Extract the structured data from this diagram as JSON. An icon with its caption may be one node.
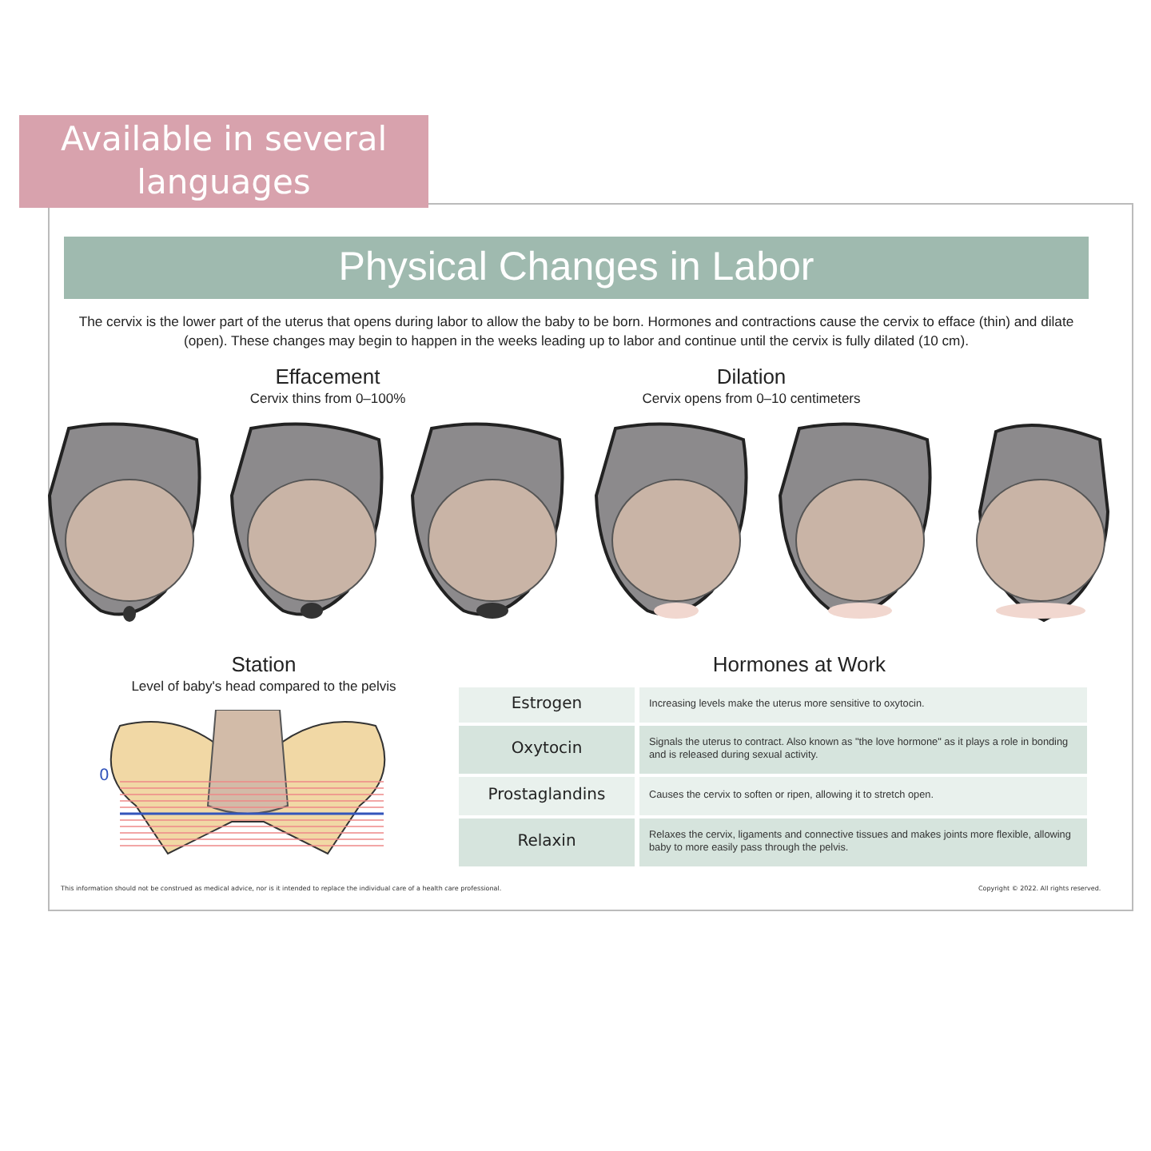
{
  "diagram": {
    "title": "Physical Changes in Labor",
    "labels": [
      "Available in several languages",
      "The cervix is the lower part of the uterus that opens during labor to allow the baby to be born. Hormones and contractions cause the cervix to efface (thin) and dilate (open). These changes may begin to happen in the weeks leading up to labor and continue until the cervix is fully dilated (10 cm).",
      "Effacement",
      "Cervix thins from 0–100%",
      "Dilation",
      "Cervix opens from 0–10 centimeters",
      "Station",
      "Level of baby's head compared to the pelvis",
      "0",
      "Hormones at Work",
      "Estrogen",
      "Increasing levels make the uterus more sensitive to oxytocin.",
      "Oxytocin",
      "Signals the uterus to contract. Also known as \"the love hormone\" as it plays a role in bonding and is released during sexual activity.",
      "Prostaglandins",
      "Causes the cervix to soften or ripen, allowing it to stretch open.",
      "Relaxin",
      "Relaxes the cervix, ligaments and connective tissues and makes joints more flexible, allowing baby to more easily pass through the pelvis.",
      "This information should not be construed as medical advice, nor is it intended to replace the individual care of a health care professional.",
      "Copyright © 2022. All rights reserved."
    ]
  }
}
